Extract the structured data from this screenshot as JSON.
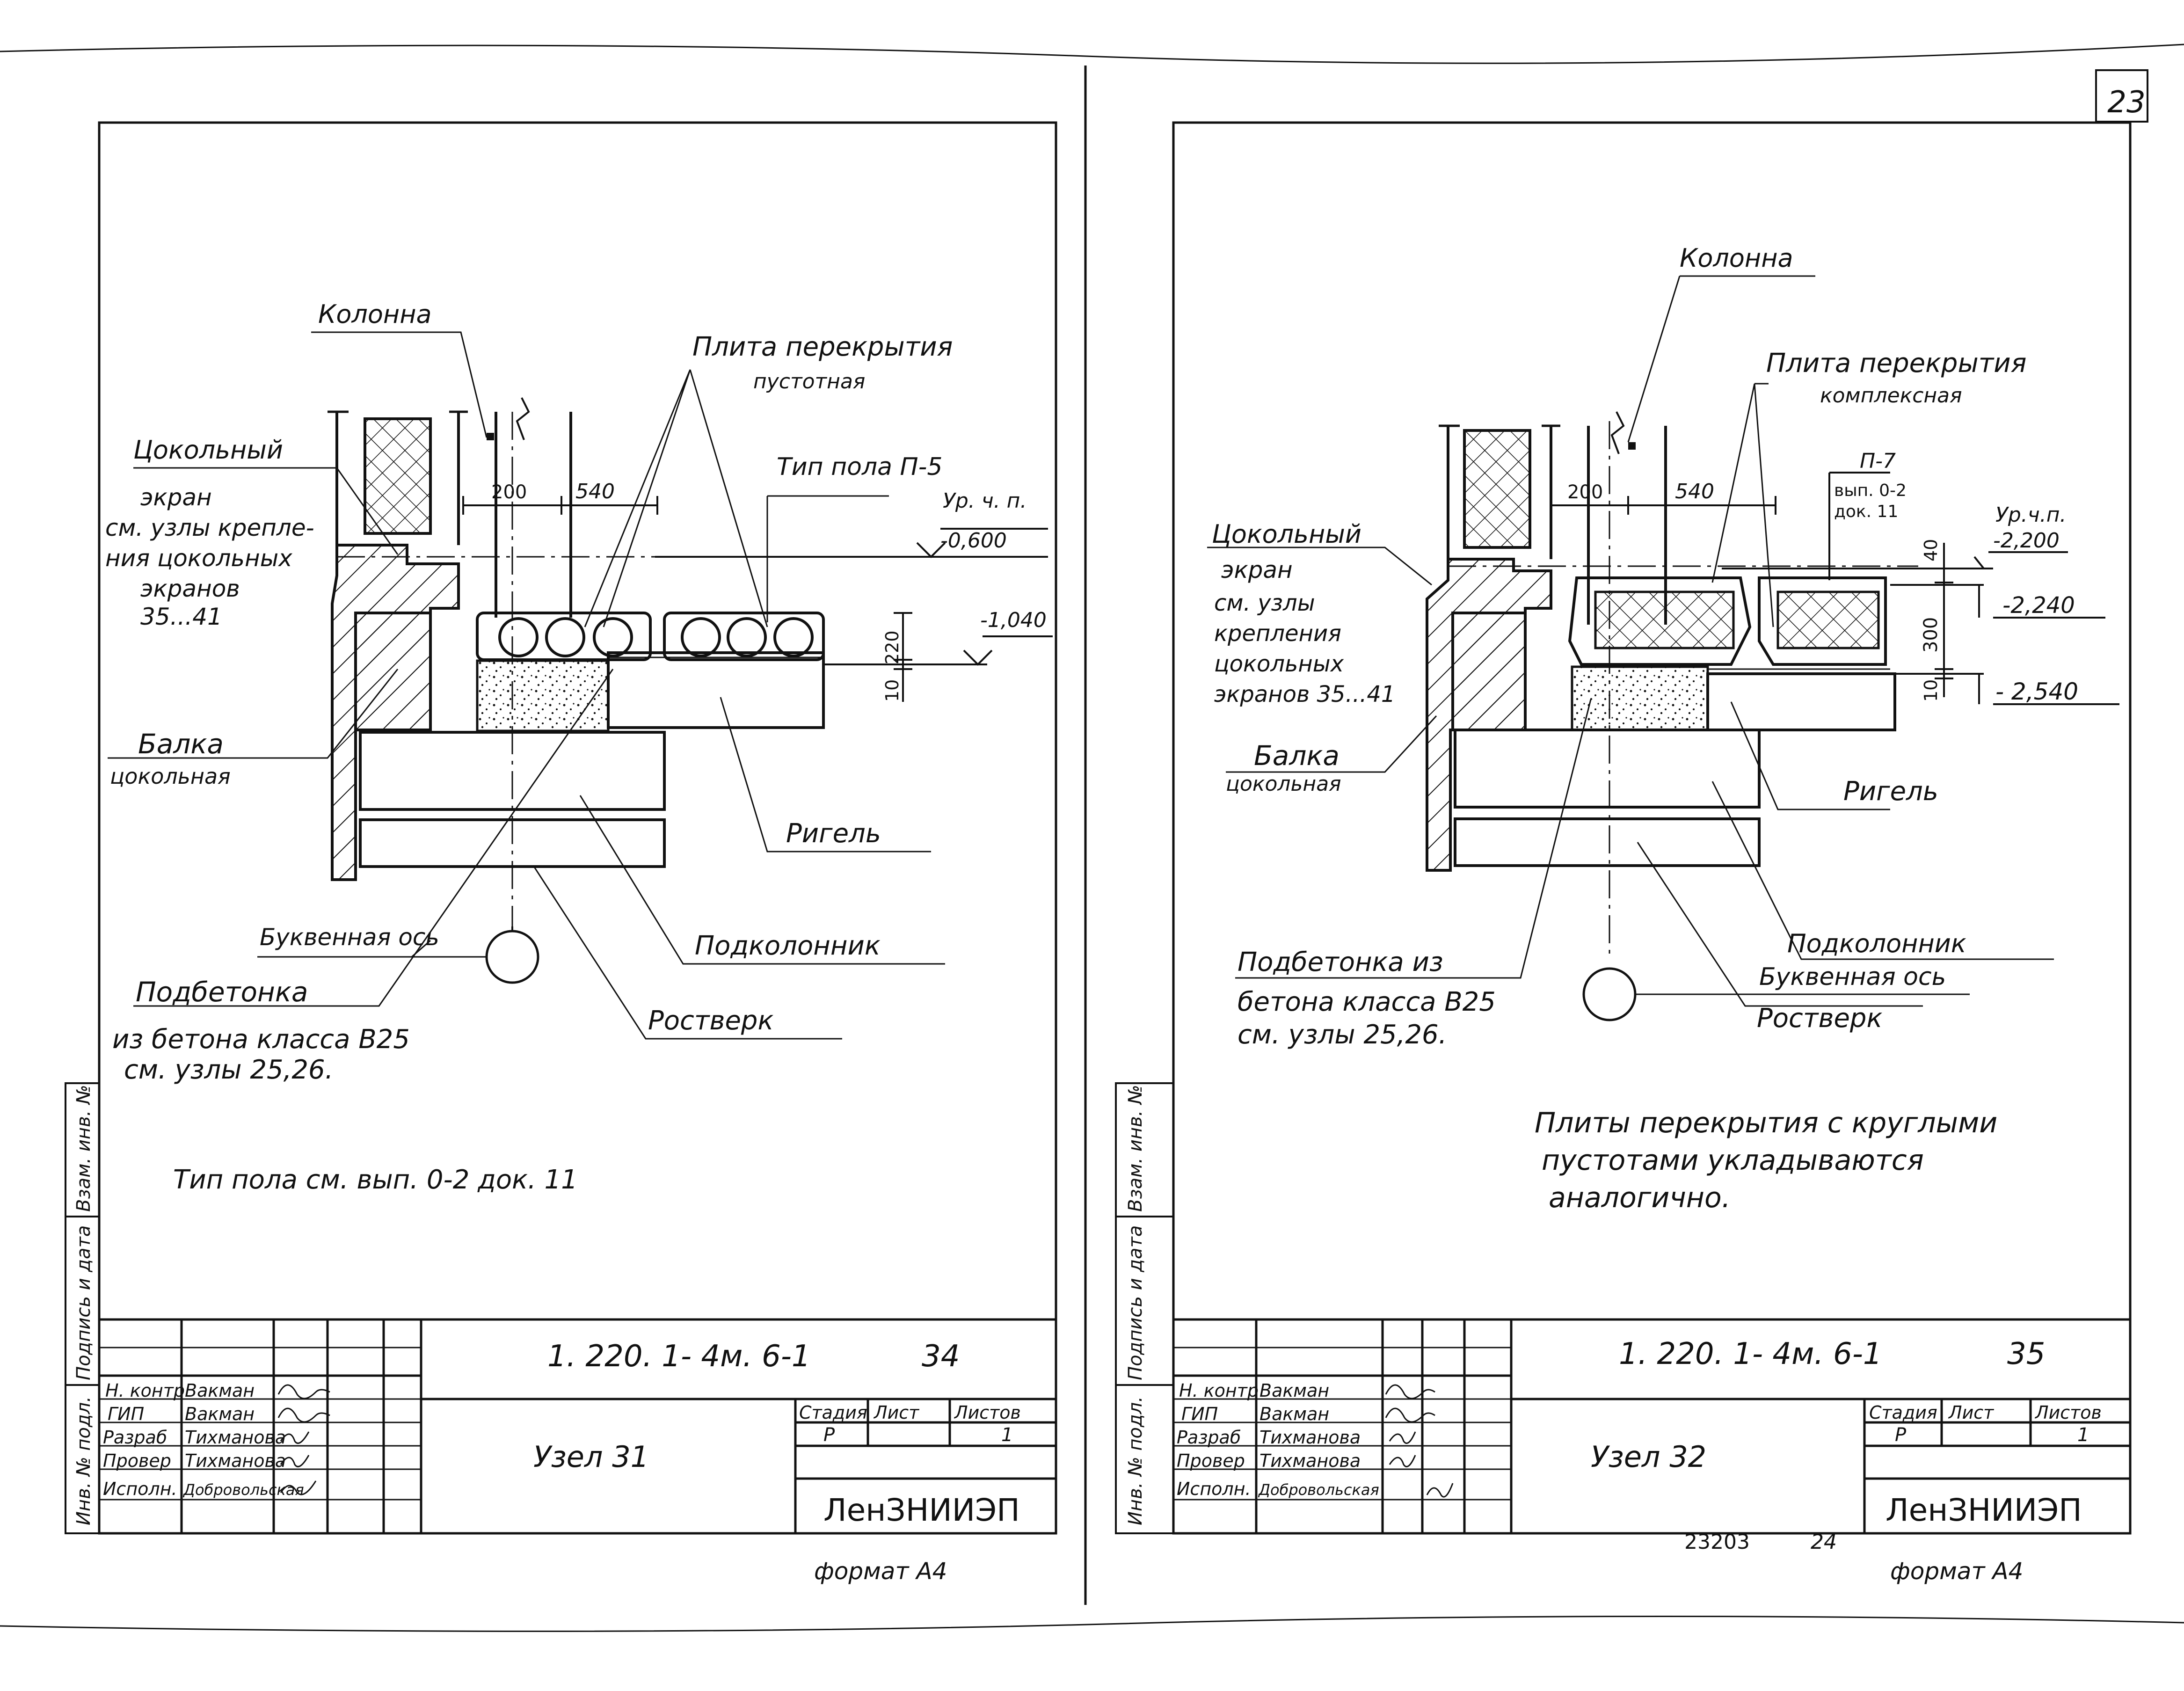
{
  "page_number": "23",
  "left_sheet": {
    "labels": {
      "column": "Колонна",
      "slab": "Плита перекрытия",
      "slab_type": "пустотная",
      "floor_type": "Тип пола П-5",
      "level_label": "Ур. ч. п.",
      "level_1": "-0,600",
      "level_2": "-1,040",
      "dim_200": "200",
      "dim_540": "540",
      "dim_220": "220",
      "dim_10": "10",
      "plinth_1": "Цокольный",
      "plinth_2": "экран",
      "plinth_3": "см. узлы крепле-",
      "plinth_4": "ния цокольных",
      "plinth_5": "экранов",
      "plinth_6": "35...41",
      "beam_1": "Балка",
      "beam_2": "цокольная",
      "crossbar": "Ригель",
      "subcolumn": "Подколонник",
      "axis": "Буквенная ось",
      "grout_1": "Подбетонка",
      "grout_2": "из бетона класса В25",
      "grout_3": "см. узлы 25,26.",
      "note": "Тип пола см. вып. 0-2 док. 11"
    },
    "title_block": {
      "code": "1. 220. 1- 4м. 6-1",
      "sheet_no": "34",
      "name": "Узел 31",
      "stage_h": "Стадия",
      "list_h": "Лист",
      "lists_h": "Листов",
      "stage": "Р",
      "lists": "1",
      "org": "ЛенЗНИИЭП",
      "roles": [
        "Н. контр",
        "ГИП",
        "Разраб",
        "Провер",
        "Исполн."
      ],
      "names": [
        "Вакман",
        "Вакман",
        "Тихманова",
        "Тихманова",
        "Добровольская"
      ],
      "format": "формат А4"
    }
  },
  "right_sheet": {
    "labels": {
      "column": "Колонна",
      "slab": "Плита перекрытия",
      "slab_type": "комплексная",
      "p7_1": "П-7",
      "p7_2": "вып. 0-2",
      "p7_3": "док. 11",
      "level_label": "Ур.ч.п.",
      "level_1": "-2,200",
      "level_2": "-2,240",
      "level_3": "- 2,540",
      "dim_200": "200",
      "dim_540": "540",
      "dim_40": "40",
      "dim_300": "300",
      "dim_10": "10",
      "plinth_1": "Цокольный",
      "plinth_2": "экран",
      "plinth_3": "см. узлы",
      "plinth_4": "крепления",
      "plinth_5": "цокольных",
      "plinth_6": "экранов 35...41",
      "beam_1": "Балка",
      "beam_2": "цокольная",
      "crossbar": "Ригель",
      "subcolumn": "Подколонник",
      "axis": "Буквенная ось",
      "grillage": "Ростверк",
      "grout_1": "Подбетонка из",
      "grout_2": "бетона класса В25",
      "grout_3": "см. узлы 25,26.",
      "note_1": "Плиты перекрытия с круглыми",
      "note_2": "пустотами укладываются",
      "note_3": "аналогично."
    },
    "title_block": {
      "code": "1. 220. 1- 4м. 6-1",
      "sheet_no": "35",
      "name": "Узел 32",
      "stage_h": "Стадия",
      "list_h": "Лист",
      "lists_h": "Листов",
      "stage": "Р",
      "lists": "1",
      "org": "ЛенЗНИИЭП",
      "roles": [
        "Н. контр",
        "ГИП",
        "Разраб",
        "Провер",
        "Исполн."
      ],
      "names": [
        "Вакман",
        "Вакман",
        "Тихманова",
        "Тихманова",
        "Добровольская"
      ],
      "inventory": "23203",
      "inventory_page": "24",
      "format": "формат А4"
    }
  },
  "left_sheet_grillage": "Ростверк",
  "margin_stamps": [
    "Инв. № подл.",
    "Подпись и дата",
    "Взам. инв. №"
  ]
}
